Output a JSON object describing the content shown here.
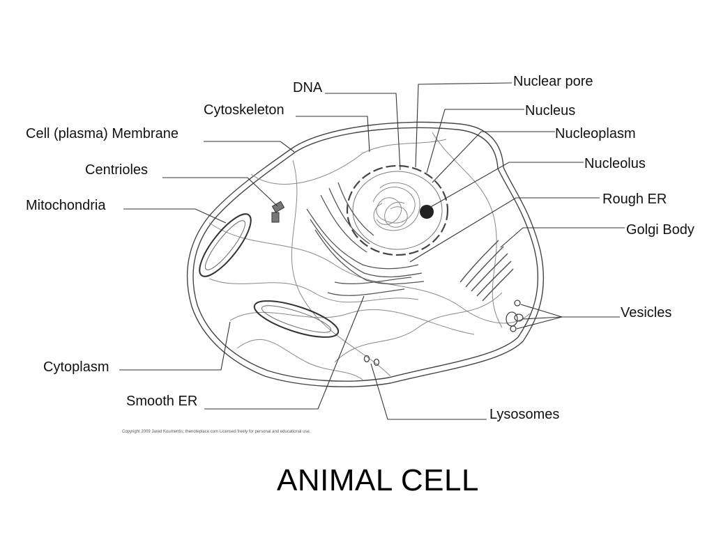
{
  "labels": {
    "nuclear_pore": "Nuclear pore",
    "dna": "DNA",
    "nucleus": "Nucleus",
    "cytoskeleton": "Cytoskeleton",
    "nucleoplasm": "Nucleoplasm",
    "cell_membrane": "Cell (plasma) Membrane",
    "nucleolus": "Nucleolus",
    "centrioles": "Centrioles",
    "rough_er": "Rough ER",
    "mitochondria": "Mitochondria",
    "golgi_body": "Golgi Body",
    "vesicles": "Vesicles",
    "cytoplasm": "Cytoplasm",
    "smooth_er": "Smooth ER",
    "lysosomes": "Lysosomes"
  },
  "copyright": "Copyright 2009 Jared Koumentis; thenoteplace.com Licensed freely for personal and educational use.",
  "title": "ANIMAL CELL"
}
